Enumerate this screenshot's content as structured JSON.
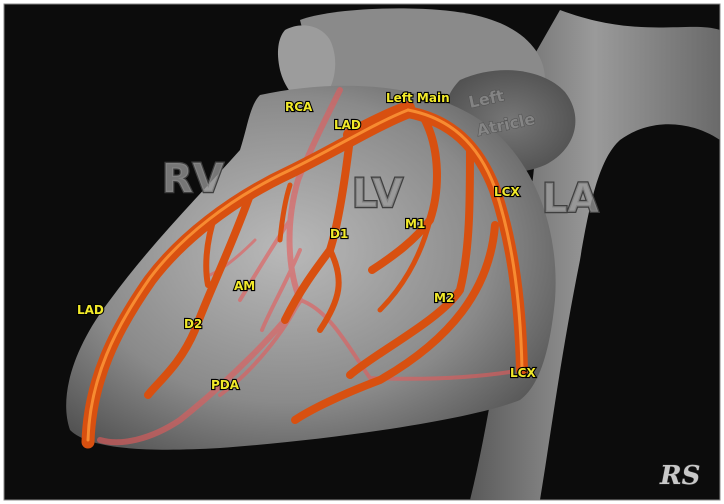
{
  "labels": {
    "rca": "RCA",
    "left_main": "Left Main",
    "lad_top": "LAD",
    "lad_left": "LAD",
    "left_atricle": [
      "Left",
      "Atricle"
    ],
    "rv": "RV",
    "lv": "LV",
    "la": "LA",
    "lcx_top": "LCX",
    "lcx_bottom": "LCX",
    "d1": "D1",
    "m1": "M1",
    "m2": "M2",
    "d2": "D2",
    "am": "AM",
    "pda": "PDA"
  },
  "signature": "RS",
  "colors": {
    "artery": "#e05a10",
    "artery_highlight": "#ff9a3a",
    "posterior_vessel": "#e65a5a",
    "label": "#f2ea2a",
    "background": "#0c0c0c",
    "heart": "#8e8e8e"
  }
}
